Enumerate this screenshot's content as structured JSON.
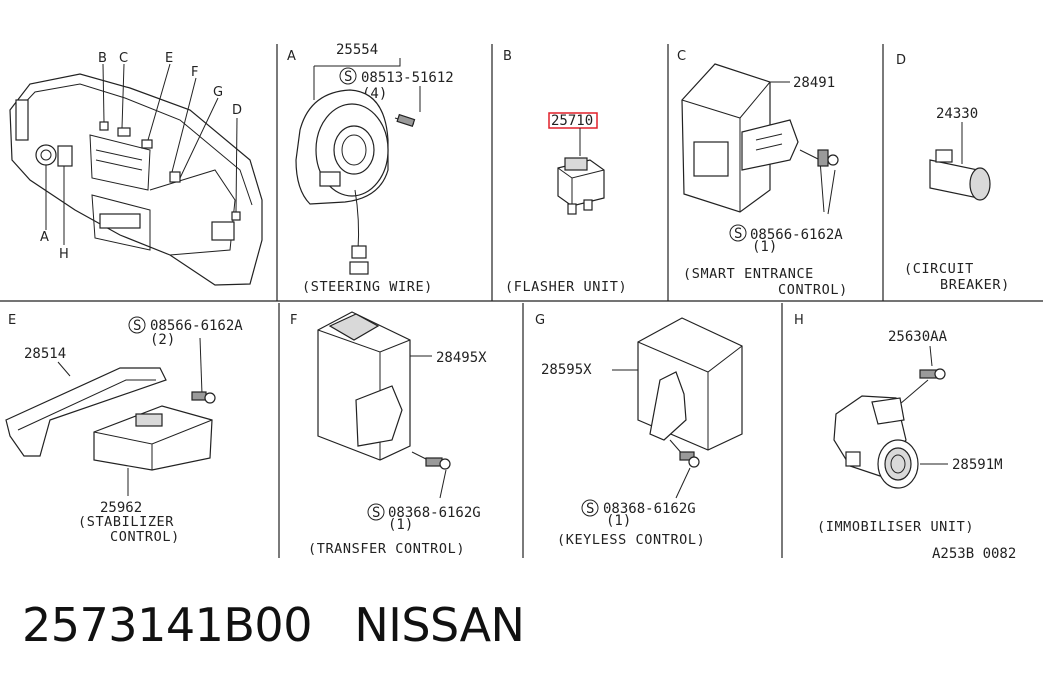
{
  "panels": {
    "overview": {
      "letters": [
        "B",
        "C",
        "E",
        "F",
        "G",
        "D",
        "A",
        "H"
      ]
    },
    "A": {
      "letter": "A",
      "part": "25554",
      "screw": "08513-51612",
      "qty": "(4)",
      "caption": "(STEERING WIRE)"
    },
    "B": {
      "letter": "B",
      "part": "25710",
      "caption": "(FLASHER UNIT)"
    },
    "C": {
      "letter": "C",
      "part": "28491",
      "screw": "08566-6162A",
      "qty": "(1)",
      "caption1": "(SMART ENTRANCE",
      "caption2": "CONTROL)"
    },
    "D": {
      "letter": "D",
      "part": "24330",
      "caption1": "(CIRCUIT",
      "caption2": "BREAKER)"
    },
    "E": {
      "letter": "E",
      "part_a": "28514",
      "screw": "08566-6162A",
      "qty": "(2)",
      "part_b": "25962",
      "caption1": "(STABILIZER",
      "caption2": "CONTROL)"
    },
    "F": {
      "letter": "F",
      "part": "28495X",
      "screw": "08368-6162G",
      "qty": "(1)",
      "caption": "(TRANSFER CONTROL)"
    },
    "G": {
      "letter": "G",
      "part": "28595X",
      "screw": "08368-6162G",
      "qty": "(1)",
      "caption": "(KEYLESS CONTROL)"
    },
    "H": {
      "letter": "H",
      "part_a": "25630AA",
      "part_b": "28591M",
      "caption": "(IMMOBILISER UNIT)"
    }
  },
  "diagram_code": "A253B 0082",
  "footer": {
    "part_number": "2573141B00",
    "brand": "NISSAN"
  },
  "colors": {
    "highlight": "#e0202a",
    "ink": "#222222"
  }
}
